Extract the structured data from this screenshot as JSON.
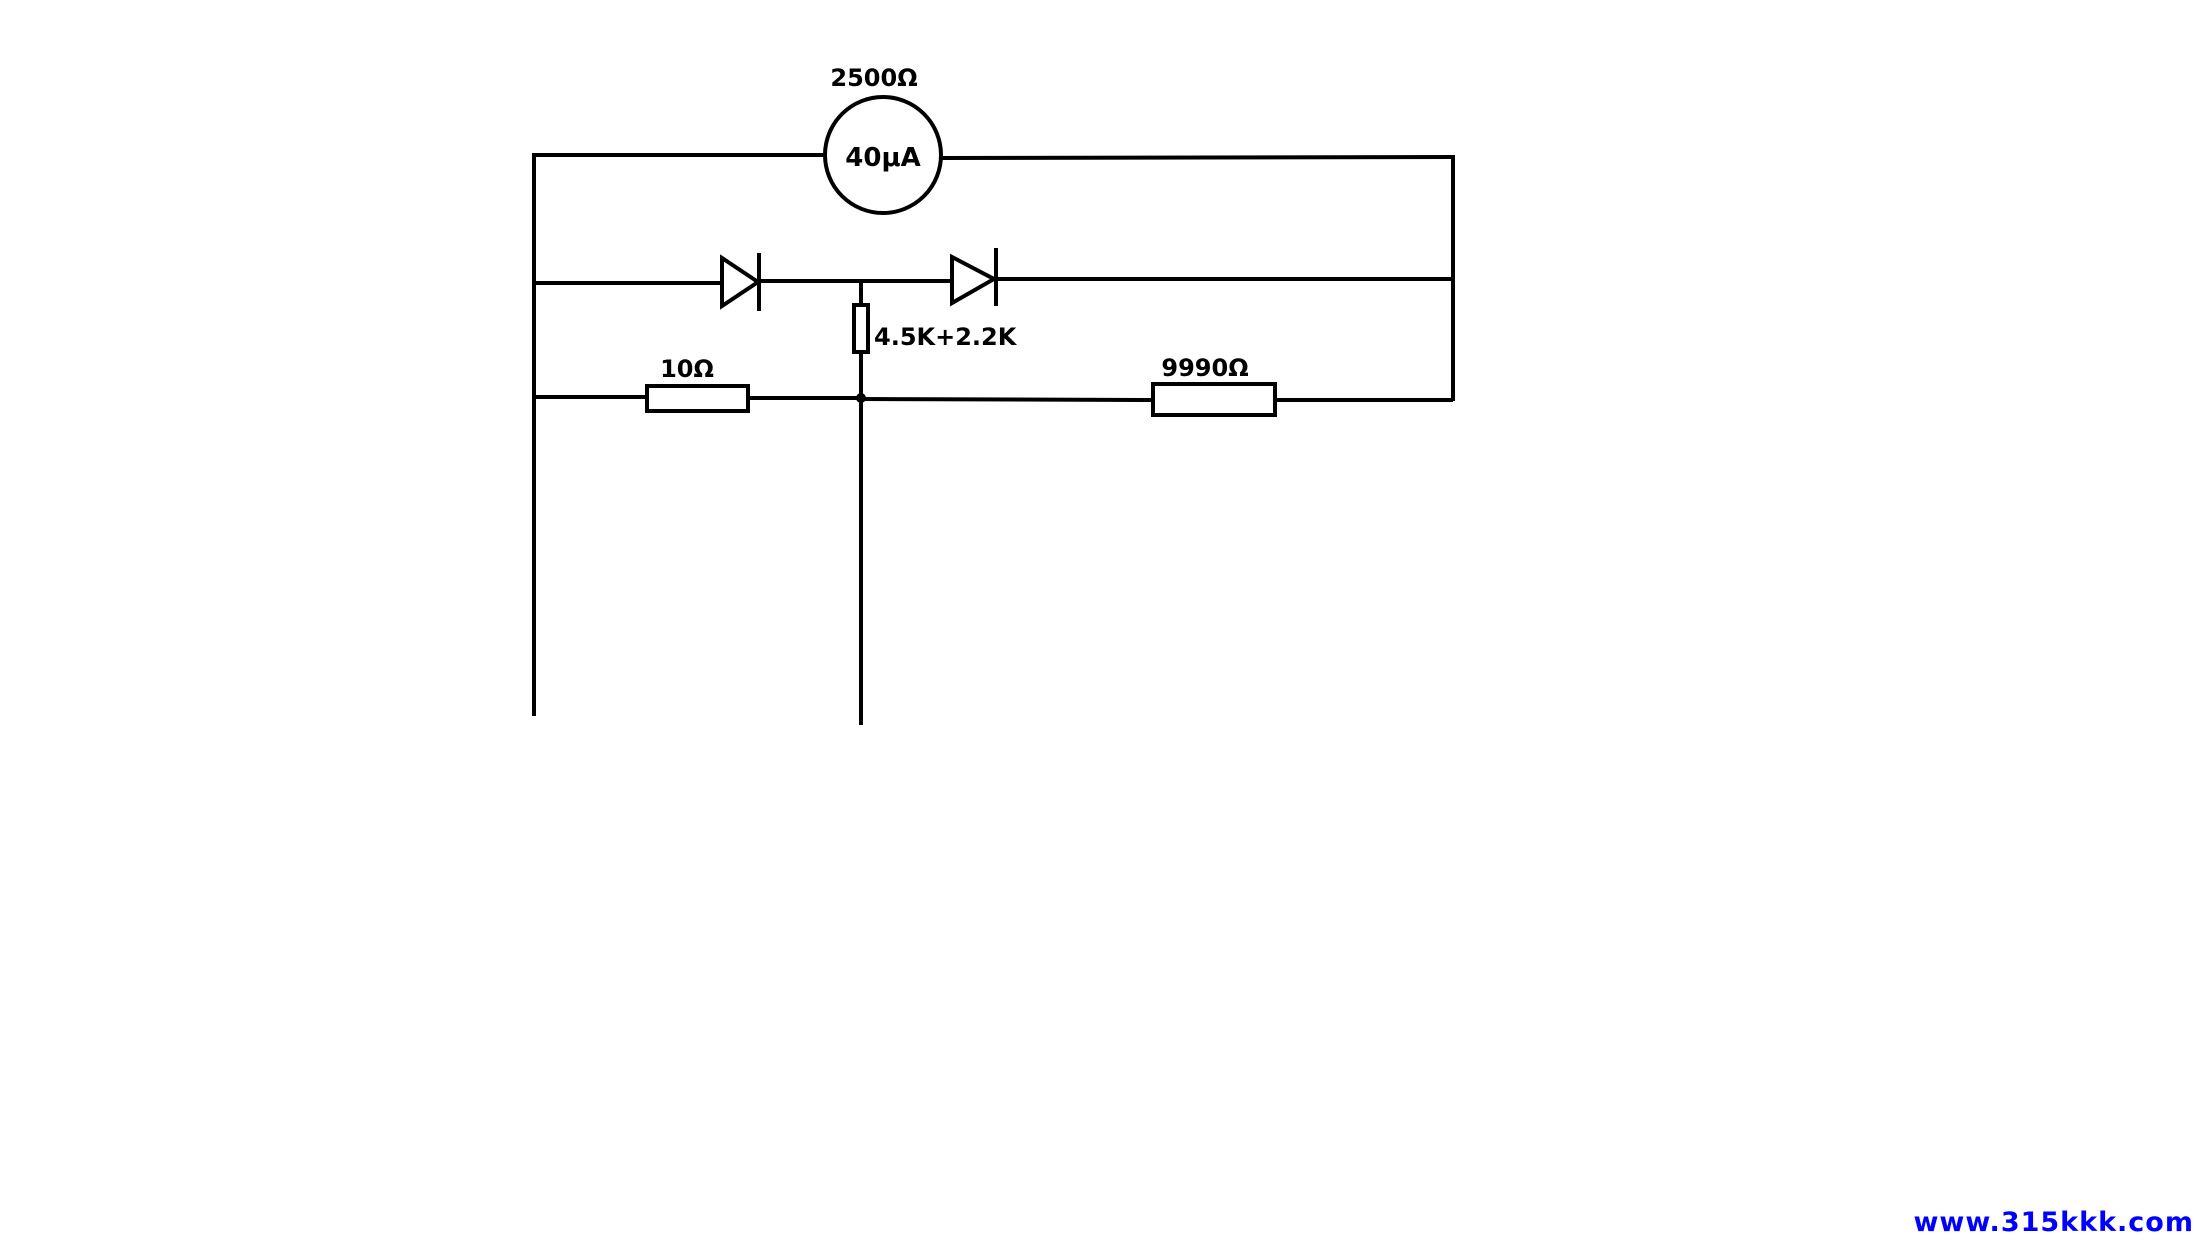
{
  "components": {
    "meter": {
      "resistance_label": "2500Ω",
      "current_label": "40μA"
    },
    "resistor_left": {
      "label": "10Ω"
    },
    "resistor_right": {
      "label": "9990Ω"
    },
    "resistor_vertical": {
      "label": "4.5K+2.2K"
    },
    "diode_left": {
      "direction": "right"
    },
    "diode_right": {
      "direction": "right"
    }
  },
  "watermark": {
    "text": "www.315kkk.com",
    "color": "#0000ff"
  },
  "colors": {
    "wire": "#000000",
    "background": "#ffffff"
  }
}
